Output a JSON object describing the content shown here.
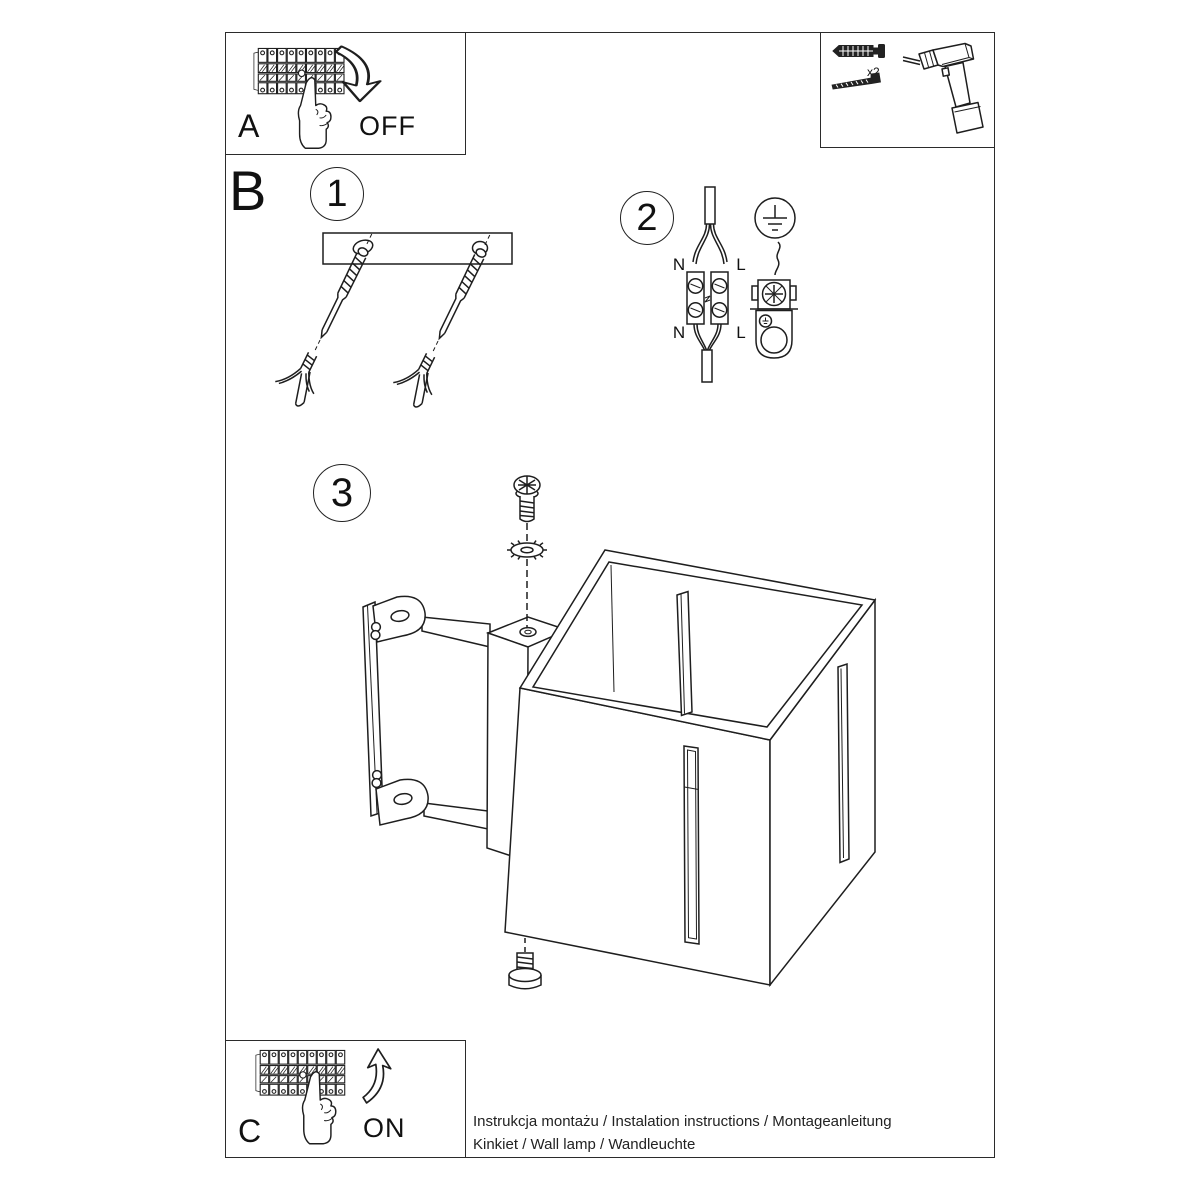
{
  "page": {
    "background": "#ffffff",
    "ink_color": "#1e1e1e",
    "panel_a": {
      "label": "A",
      "state": "OFF"
    },
    "panel_c": {
      "label": "C",
      "state": "ON"
    },
    "section_label": "B",
    "steps": {
      "one": "1",
      "two": "2",
      "three": "3"
    },
    "tools_box": {
      "anchor_quantity": "x2"
    },
    "wiring": {
      "neutral_top": "N",
      "live_top": "L",
      "neutral_bottom": "N",
      "live_bottom": "L"
    },
    "footer": {
      "line1": "Instrukcja montażu / Instalation instructions / Montageanleitung",
      "line2": "Kinkiet  / Wall lamp / Wandleuchte"
    }
  }
}
